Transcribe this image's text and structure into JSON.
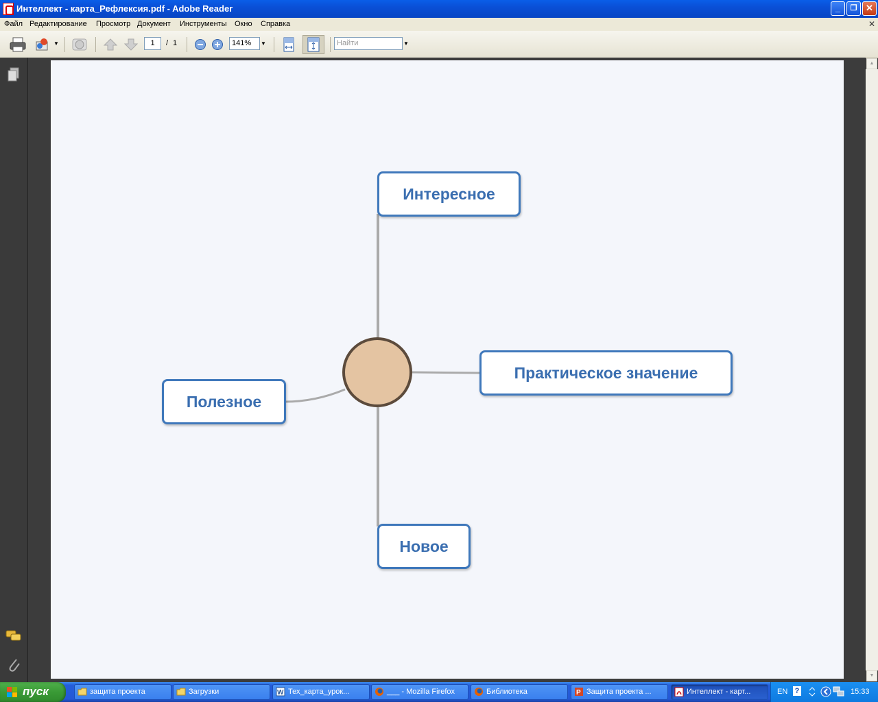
{
  "window": {
    "title": "Интеллект - карта_Рефлексия.pdf - Adobe Reader",
    "controls": {
      "minimize": "_",
      "maximize": "❐",
      "close": "✕"
    }
  },
  "menu": {
    "items": [
      "Файл",
      "Редактирование",
      "Просмотр",
      "Документ",
      "Инструменты",
      "Окно",
      "Справка"
    ],
    "close_glyph": "✕"
  },
  "toolbar": {
    "page_current": "1",
    "page_sep": "/",
    "page_total": "1",
    "zoom": "141%",
    "search_placeholder": "Найти"
  },
  "mindmap": {
    "nodes": {
      "interesting": "Интересное",
      "practical": "Практическое значение",
      "useful": "Полезное",
      "new": "Новое"
    },
    "colors": {
      "node_border": "#3f78bb",
      "node_text": "#3a6eb0",
      "circle_fill": "#e4c4a2",
      "circle_border": "#5c4b3c",
      "connector": "#aaaaaa"
    }
  },
  "taskbar": {
    "start_label": "пуск",
    "tasks": [
      {
        "label": "защита проекта",
        "icon": "folder-icon"
      },
      {
        "label": "Загрузки",
        "icon": "folder-icon"
      },
      {
        "label": "Тех_карта_урок...",
        "icon": "word-icon"
      },
      {
        "label": "___ - Mozilla Firefox",
        "icon": "firefox-icon"
      },
      {
        "label": "Библиотека",
        "icon": "firefox-icon"
      },
      {
        "label": "Защита проекта ...",
        "icon": "powerpoint-icon"
      },
      {
        "label": "Интеллект - карт...",
        "icon": "pdf-icon",
        "active": true
      }
    ],
    "tray": {
      "language": "EN",
      "help": "?",
      "clock": "15:33"
    }
  }
}
